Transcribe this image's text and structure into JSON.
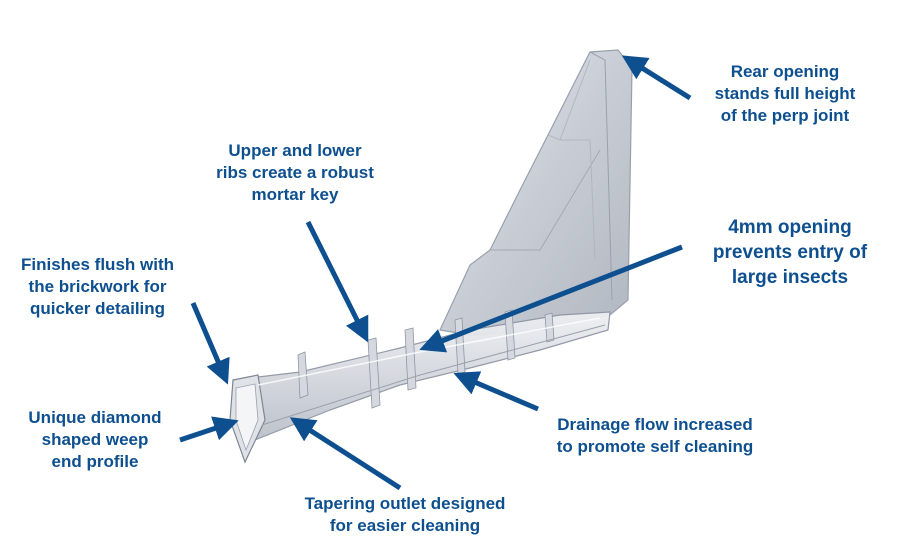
{
  "colors": {
    "label_text": "#0d4f8f",
    "arrow": "#0d4f8f",
    "product_body": "#c7ccd6",
    "product_edge": "#8f96a3"
  },
  "labels": {
    "rear_opening": [
      "Rear opening",
      "stands full height",
      "of the perp joint"
    ],
    "ribs": [
      "Upper and lower",
      "ribs create a robust",
      "mortar key"
    ],
    "four_mm": [
      "4mm opening",
      "prevents entry of",
      "large insects"
    ],
    "flush": [
      "Finishes flush with",
      "the brickwork for",
      "quicker detailing"
    ],
    "diamond": [
      "Unique diamond",
      "shaped weep",
      "end profile"
    ],
    "drainage": [
      "Drainage flow increased",
      "to promote self cleaning"
    ],
    "tapering": [
      "Tapering outlet designed",
      "for easier cleaning"
    ]
  }
}
